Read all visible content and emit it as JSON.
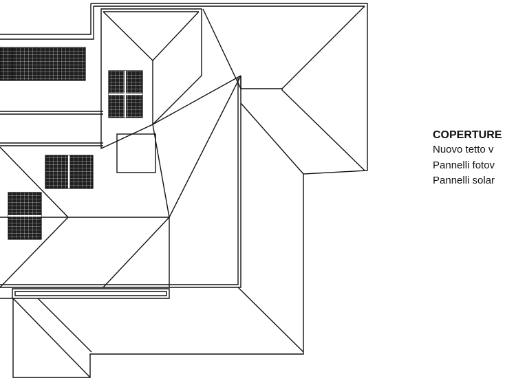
{
  "legend": {
    "title": "COPERTURE",
    "items": [
      "Nuovo tetto v",
      "Pannelli fotov",
      "Pannelli solar"
    ]
  },
  "colors": {
    "line": "#111111",
    "panel_fill": "#1f1f1f",
    "panel_grid": "#cfcfcf",
    "background": "#ffffff"
  }
}
